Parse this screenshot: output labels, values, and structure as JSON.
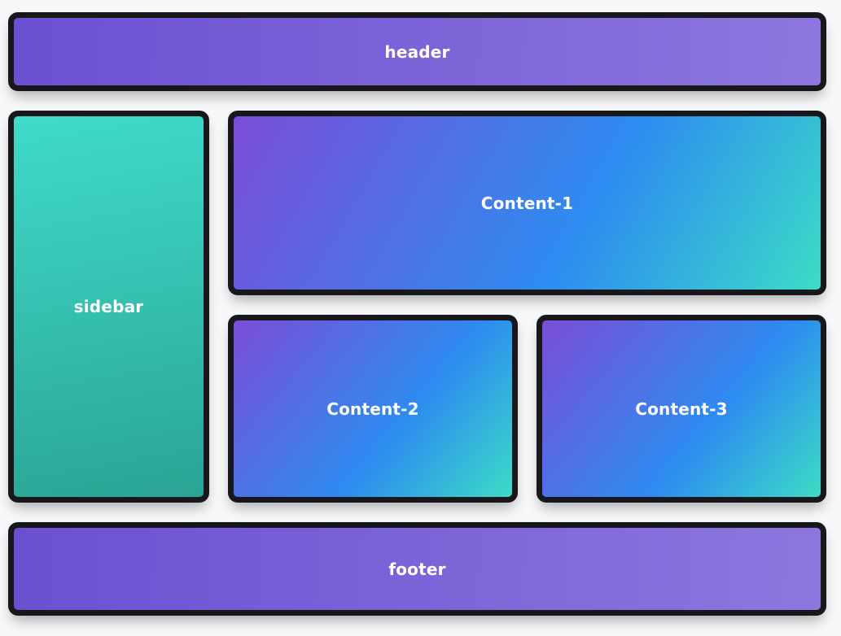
{
  "page": {
    "background": "#f7f8f9",
    "border_color": "#17171c",
    "text_color": "#ffffff"
  },
  "panels": [
    {
      "id": "header",
      "label": "header",
      "gradient": {
        "angle": "92deg",
        "stops": [
          "#6b50d2 0%",
          "#8d77de 100%"
        ]
      }
    },
    {
      "id": "sidebar",
      "label": "sidebar",
      "gradient": {
        "angle": "170deg",
        "stops": [
          "#40dbca 0%",
          "#2aa495 100%"
        ]
      }
    },
    {
      "id": "content-1",
      "label": "Content-1",
      "gradient": {
        "angle": "120deg",
        "stops": [
          "#7b4dd8 0%",
          "#2d8cf0 60%",
          "#3cdcc6 100%"
        ]
      }
    },
    {
      "id": "content-2",
      "label": "Content-2",
      "gradient": {
        "angle": "130deg",
        "stops": [
          "#7b4dd8 0%",
          "#2d8cf0 60%",
          "#3cdcc6 100%"
        ]
      }
    },
    {
      "id": "content-3",
      "label": "Content-3",
      "gradient": {
        "angle": "130deg",
        "stops": [
          "#7b4dd8 0%",
          "#2d8cf0 60%",
          "#3cdcc6 100%"
        ]
      }
    },
    {
      "id": "footer",
      "label": "footer",
      "gradient": {
        "angle": "92deg",
        "stops": [
          "#6b50d2 0%",
          "#8d77de 100%"
        ]
      }
    }
  ]
}
